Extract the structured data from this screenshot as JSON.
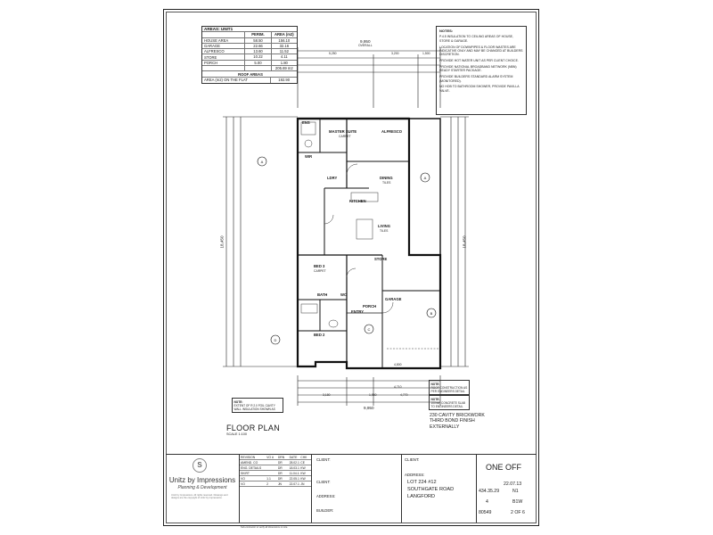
{
  "areas": {
    "title": "AREAS: UNIT1",
    "headers": [
      "",
      "PERIM.",
      "AREA (m2)"
    ],
    "rows": [
      [
        "HOUSE AREA",
        "58.50",
        "156.10"
      ],
      [
        "GARAGE",
        "22.66",
        "32.16"
      ],
      [
        "ALFRESCO",
        "13.60",
        "11.52"
      ],
      [
        "STORE",
        "10.22",
        "4.11"
      ],
      [
        "PORCH",
        "5.00",
        "1.80"
      ],
      [
        "",
        "",
        "205.69 m2"
      ]
    ],
    "roof_title": "ROOF AREAS",
    "roof_row": [
      "AREA (m2) ON THE FLAT",
      "",
      "192.90"
    ]
  },
  "notes": {
    "title": "NOTES:",
    "items": [
      "P.4.5 INSULATION TO CEILING AREAS OF HOUSE, STORE & GARAGE.",
      "LOCATION OF DOWNPIPES & FLOOR WASTES ARE INDICATIVE ONLY AND MAY BE CHANGED AT BUILDERS DISCRETION.",
      "PROVIDE HOT WATER UNIT AS PER CLIENT CHOICE.",
      "PROVIDE NATIONAL BROADBAND NETWORK (NBN) READY STARTER PACKAGE.",
      "PROVIDE BUILDERS STANDARD ALARM SYSTEM (MONITORED).",
      "NO HOB TO BATHROOM SHOWER, PROVIDE PAVILLA VALVE."
    ]
  },
  "dims": {
    "overall_top": "9,950",
    "overall_label": "OVERALL",
    "top_a": "5,250",
    "top_b": "3,200",
    "top_c": "1,500",
    "bottom_overall": "9,950",
    "bottom_a": "3,180",
    "bottom_b": "1,950",
    "bottom_c": "4,770",
    "left_overall": "18,450",
    "right_overall": "18,450",
    "garage_opening": "4,800",
    "garage_internal": "4,710"
  },
  "rooms": {
    "master_suite": "MASTER SUITE",
    "master_sub": "CARPET",
    "alfresco": "ALFRESCO",
    "ens": "ENS",
    "wir": "WIR",
    "dining": "DINING",
    "living": "LIVING",
    "kitchen": "KITCHEN",
    "ldry": "LDRY",
    "store": "STORE",
    "garage": "GARAGE",
    "bed3": "BED 3",
    "bed2": "BED 2",
    "bath": "BATH",
    "wc": "WC",
    "entry": "ENTRY",
    "porch": "PORCH",
    "tiles": "TILES",
    "carpet": "CARPET"
  },
  "floorplan": {
    "title": "FLOOR PLAN",
    "scale": "SCALE 1:100"
  },
  "note_boxes": {
    "n1_title": "NOTE:",
    "n1_text": "EXTENT OF R 2.0 FOIL CAVITY WALL INSULATION SHOWN AS",
    "n2_title": "NOTE:",
    "n2_text": "ROOF CONSTRUCTION AS PER ENGINEERS DETAIL",
    "n3_title": "NOTE:",
    "n3_text": "100mm CONCRETE SLAB TO ENGINEERS DETAIL",
    "brick": "230 CAVITY BRICKWORK THIRD BOND FINISH EXTERNALLY"
  },
  "title_block": {
    "logo_mark": "S",
    "company": "Unitz by Impressions",
    "tagline": "Planning & Development",
    "fine_print": "Unitz by Impressions. All rights reserved. Drawings and designs are the copyright of Unitz by Impressions.",
    "rev_headers": [
      "REVISION",
      "VO #",
      "DRN",
      "DATE",
      "CHK"
    ],
    "rev_rows": [
      [
        "AMEND. CO",
        "",
        "DR",
        "28.02.13",
        "CE"
      ],
      [
        "ENG. DETAILS",
        "",
        "DR",
        "18.03.13",
        "KW"
      ],
      [
        "SKIRT",
        "",
        "DR",
        "11.04.13",
        "KW"
      ],
      [
        "VO",
        "1.1",
        "DR",
        "22.05.13",
        "KW"
      ],
      [
        "VO",
        "2",
        "JN",
        "22.07.13",
        "JN"
      ]
    ],
    "client_label": "CLIENT:",
    "address_label": "ADDRESS:",
    "builder_label": "BUILDER:",
    "address": [
      "LOT 224 #12",
      "SOUTHGATE ROAD",
      "LANGFORD"
    ],
    "job_type": "ONE OFF",
    "date": "22.07.13",
    "job_no": "434.35.29",
    "wind": "N1",
    "sheet_no": "4",
    "category": "B1W",
    "job_id": "80549",
    "sheet_of": "2 OF 6",
    "footer": "Sub-contractor to verify all dimensions on site."
  }
}
